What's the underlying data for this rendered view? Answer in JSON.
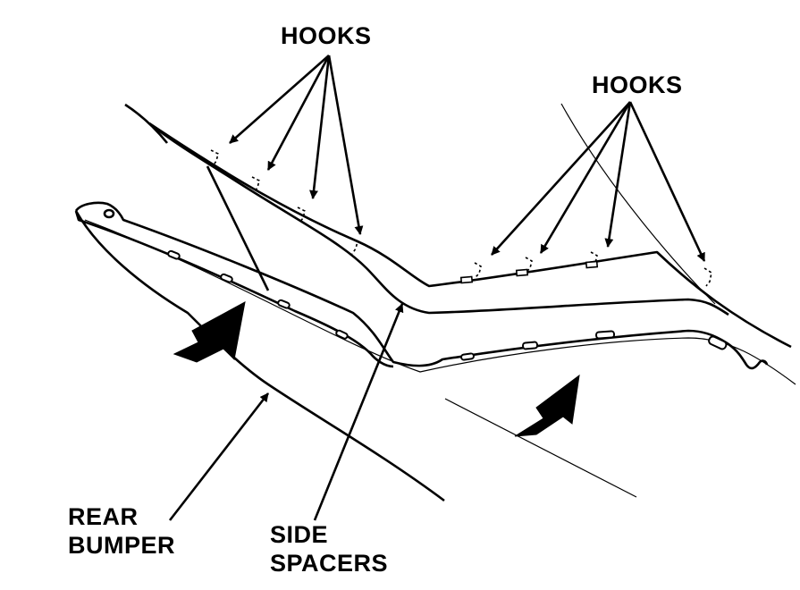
{
  "labels": {
    "hooks_left": "HOOKS",
    "hooks_right": "HOOKS",
    "rear_bumper_line1": "REAR",
    "rear_bumper_line2": "BUMPER",
    "side_spacers_line1": "SIDE",
    "side_spacers_line2": "SPACERS"
  },
  "colors": {
    "ink": "#000000",
    "background": "#ffffff"
  }
}
